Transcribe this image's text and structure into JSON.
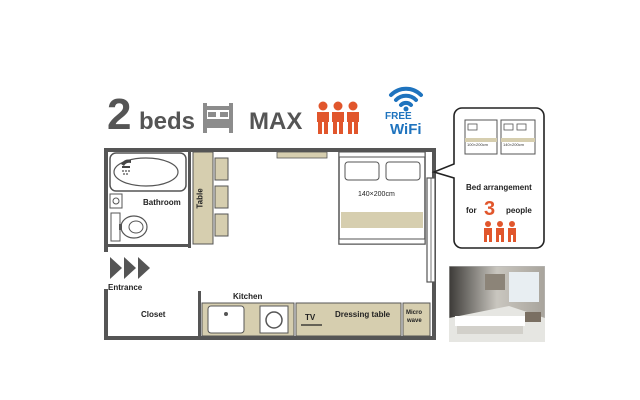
{
  "header": {
    "beds_count": "2",
    "beds_label": "beds",
    "max_label": "MAX",
    "wifi_free": "FREE",
    "wifi_label": "WiFi"
  },
  "floorplan": {
    "table_label": "Table",
    "bathroom_label": "Bathroom",
    "bed_size_label": "140×200cm",
    "entrance_label": "Entrance",
    "closet_label": "Closet",
    "kitchen_label": "Kitchen",
    "tv_label": "TV",
    "dressing_table_label": "Dressing table",
    "microwave_label_line1": "Micro",
    "microwave_label_line2": "wave"
  },
  "bubble": {
    "option1_size": "100×200cm",
    "option2_size": "140×200cm",
    "arrangement_label": "Bed arrangement",
    "for_label": "for",
    "people_count": "3",
    "people_label": "people"
  },
  "colors": {
    "wall": "#555555",
    "furniture": "#d6ceaf",
    "person": "#e1562c",
    "wifi": "#1e73be",
    "bed_icon": "#8c8c8c"
  }
}
